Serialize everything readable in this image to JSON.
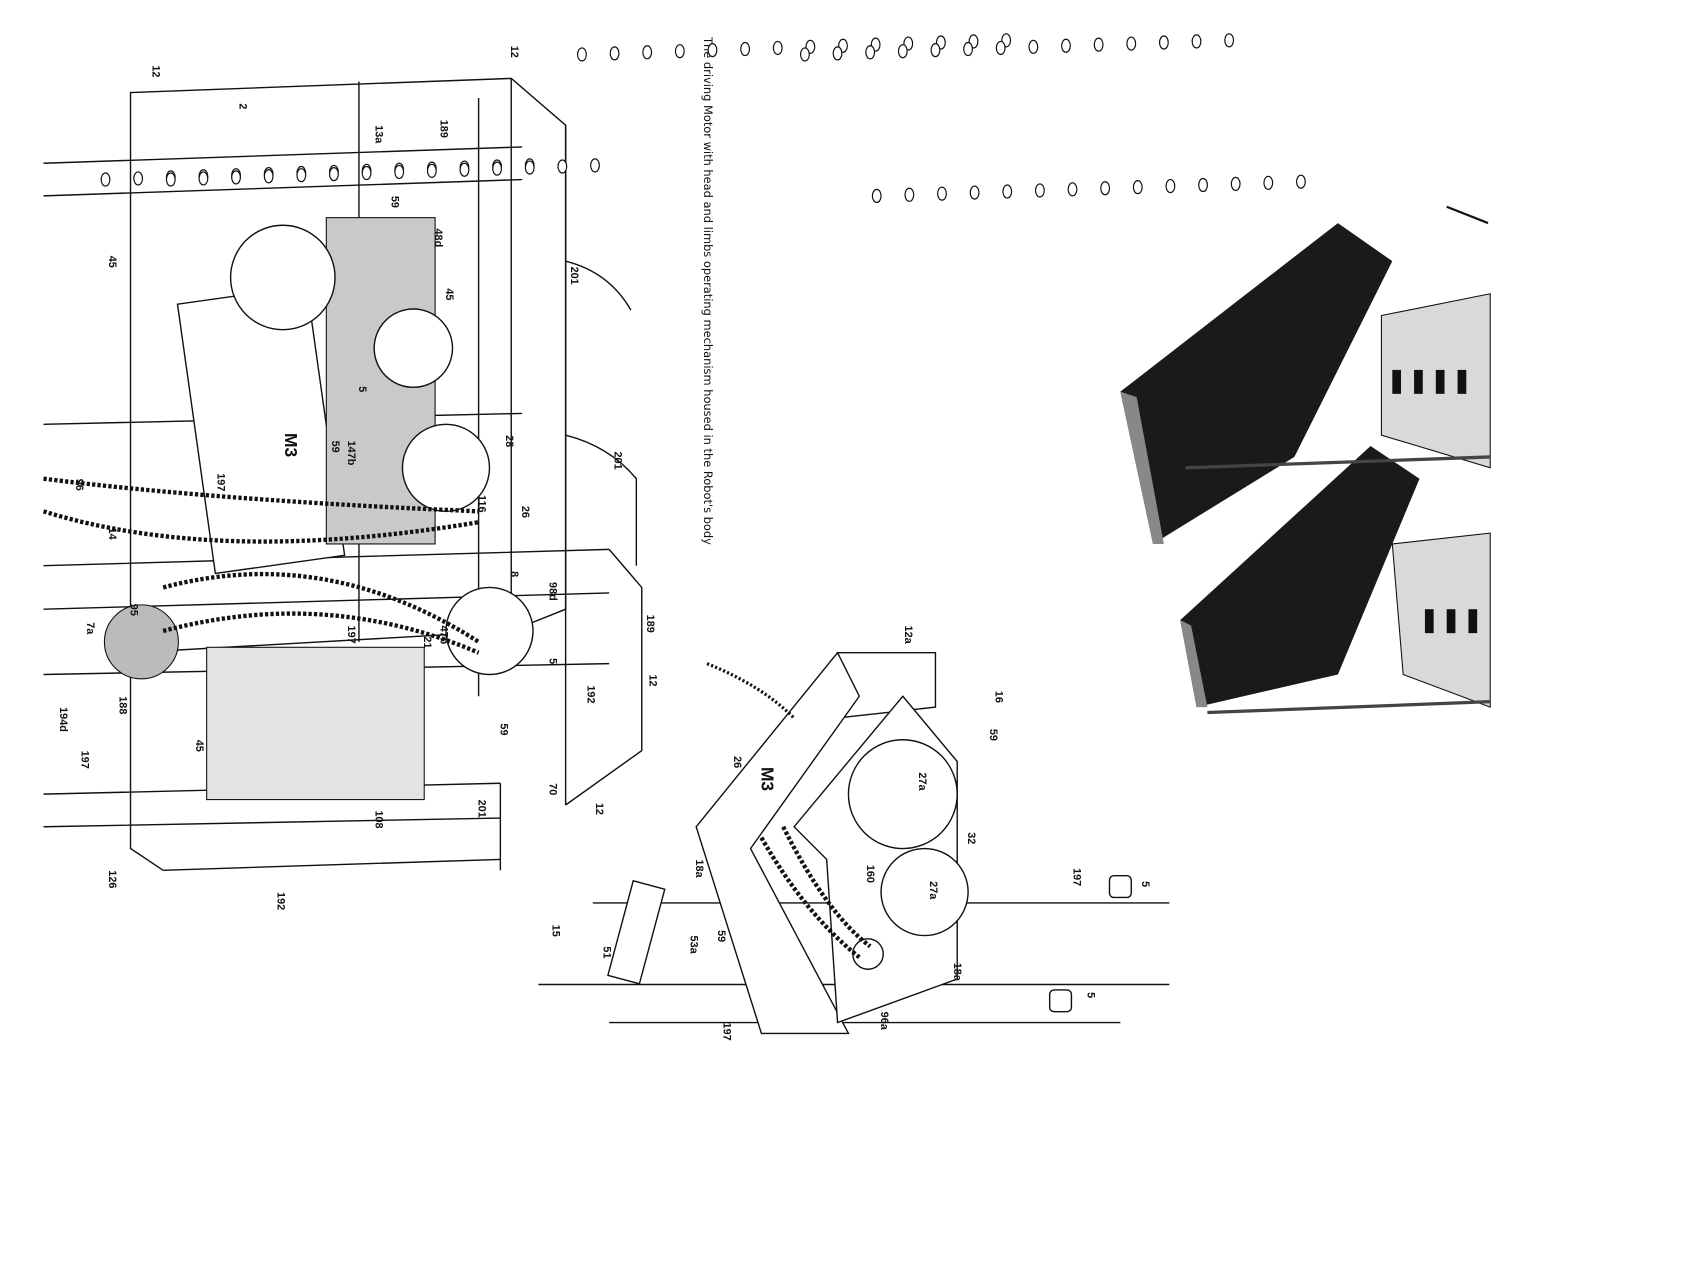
{
  "caption": "The driving Motor with head and limbs operating mechanism housed in the Robot's body",
  "main_assembly_labels": [
    "12",
    "12",
    "2",
    "13a",
    "189",
    "59",
    "48d",
    "45",
    "201",
    "45",
    "5",
    "28",
    "147b",
    "59",
    "M3",
    "197",
    "96",
    "26",
    "116",
    "201",
    "14",
    "98d",
    "189",
    "8",
    "197",
    "47b",
    "21",
    "5",
    "192",
    "12",
    "59",
    "188",
    "194d",
    "197",
    "45",
    "70",
    "12",
    "201",
    "108",
    "192",
    "126",
    "15",
    "7a",
    "95"
  ],
  "motor_unit_labels": [
    "12a",
    "16",
    "59",
    "26",
    "M3",
    "27a",
    "32",
    "160",
    "27a",
    "18a",
    "18a",
    "51",
    "53a",
    "59",
    "96a",
    "197",
    "5",
    "5",
    "197"
  ]
}
